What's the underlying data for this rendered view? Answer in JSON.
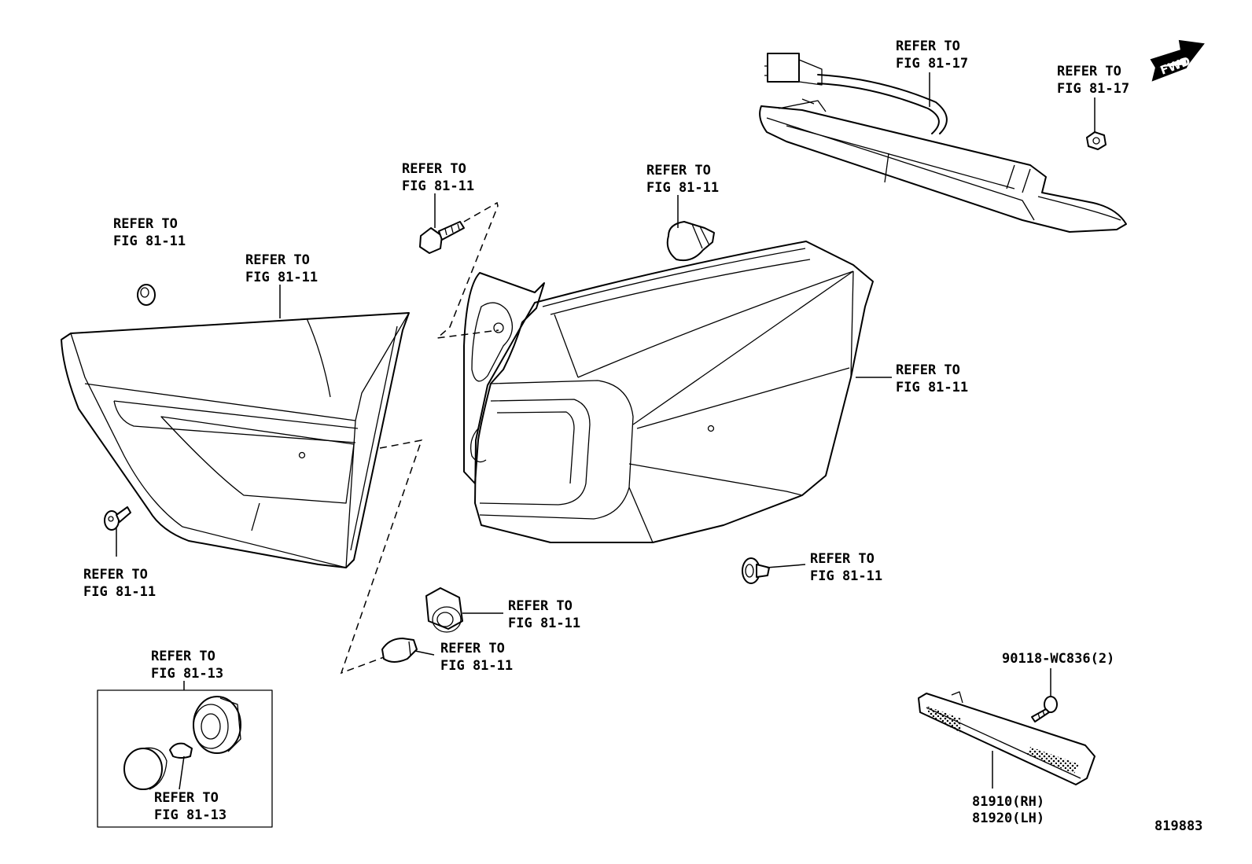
{
  "callouts": {
    "c1": [
      "REFER TO",
      "FIG 81-11"
    ],
    "c2": [
      "REFER TO",
      "FIG 81-11"
    ],
    "c3": [
      "REFER TO",
      "FIG 81-11"
    ],
    "c4": [
      "REFER TO",
      "FIG 81-11"
    ],
    "c5": [
      "REFER TO",
      "FIG 81-11"
    ],
    "c6": [
      "REFER TO",
      "FIG 81-11"
    ],
    "c7": [
      "REFER TO",
      "FIG 81-11"
    ],
    "c8": [
      "REFER TO",
      "FIG 81-11"
    ],
    "c9": [
      "REFER TO",
      "FIG 81-11"
    ],
    "c10": [
      "REFER TO",
      "FIG 81-17"
    ],
    "c11": [
      "REFER TO",
      "FIG 81-17"
    ],
    "c12": [
      "REFER TO",
      "FIG 81-13"
    ],
    "c13": [
      "REFER TO",
      "FIG 81-13"
    ]
  },
  "screw_part": "90118-WC836(2)",
  "reflector_parts": [
    "81910(RH)",
    "81920(LH)"
  ],
  "fwd_label": "FWD",
  "diagram_id": "819883"
}
